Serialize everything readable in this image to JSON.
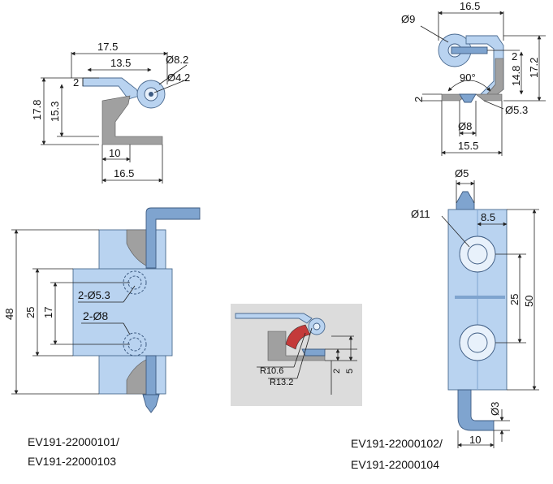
{
  "views": {
    "top_left": {
      "dims": [
        "17.5",
        "13.5",
        "Ø8.2",
        "Ø4.2",
        "2",
        "17.8",
        "15.3",
        "10",
        "16.5"
      ]
    },
    "top_right": {
      "dims": [
        "16.5",
        "Ø9",
        "2",
        "17.2",
        "14.8",
        "90°",
        "2",
        "Ø5.3",
        "Ø8",
        "15.5"
      ]
    },
    "front_left": {
      "dims": [
        "48",
        "25",
        "17",
        "2-Ø5.3",
        "2-Ø8"
      ]
    },
    "front_right": {
      "dims": [
        "Ø5",
        "Ø11",
        "8.5",
        "25",
        "50",
        "Ø3",
        "10"
      ]
    },
    "detail": {
      "dims": [
        "R10.6",
        "R13.2",
        "2",
        "5"
      ]
    }
  },
  "captions": {
    "left_line1": "EV191-22000101/",
    "left_line2": "EV191-22000103",
    "right_line1": "EV191-22000102/",
    "right_line2": "EV191-22000104"
  },
  "colors": {
    "part": "#b9d3f0",
    "part_dark": "#7fa4cf",
    "detail_bg": "#dcdcdc"
  }
}
